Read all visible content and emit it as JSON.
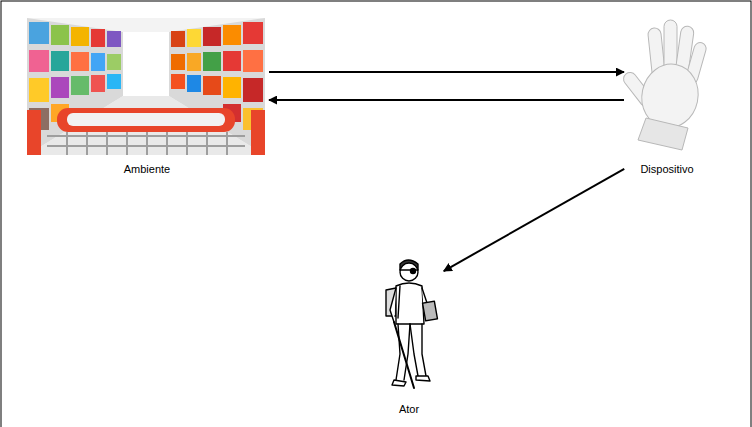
{
  "diagram": {
    "nodes": [
      {
        "text": [
          "Ambiente"
        ]
      },
      {
        "text": [
          "Dispositivo"
        ]
      },
      {
        "text": [
          "Ator"
        ]
      }
    ],
    "edges": [
      {
        "from": 0,
        "to": 1,
        "arrow": "to"
      },
      {
        "from": 1,
        "to": 0,
        "arrow": "to"
      },
      {
        "from": 1,
        "to": 2,
        "arrow": "to"
      }
    ]
  }
}
